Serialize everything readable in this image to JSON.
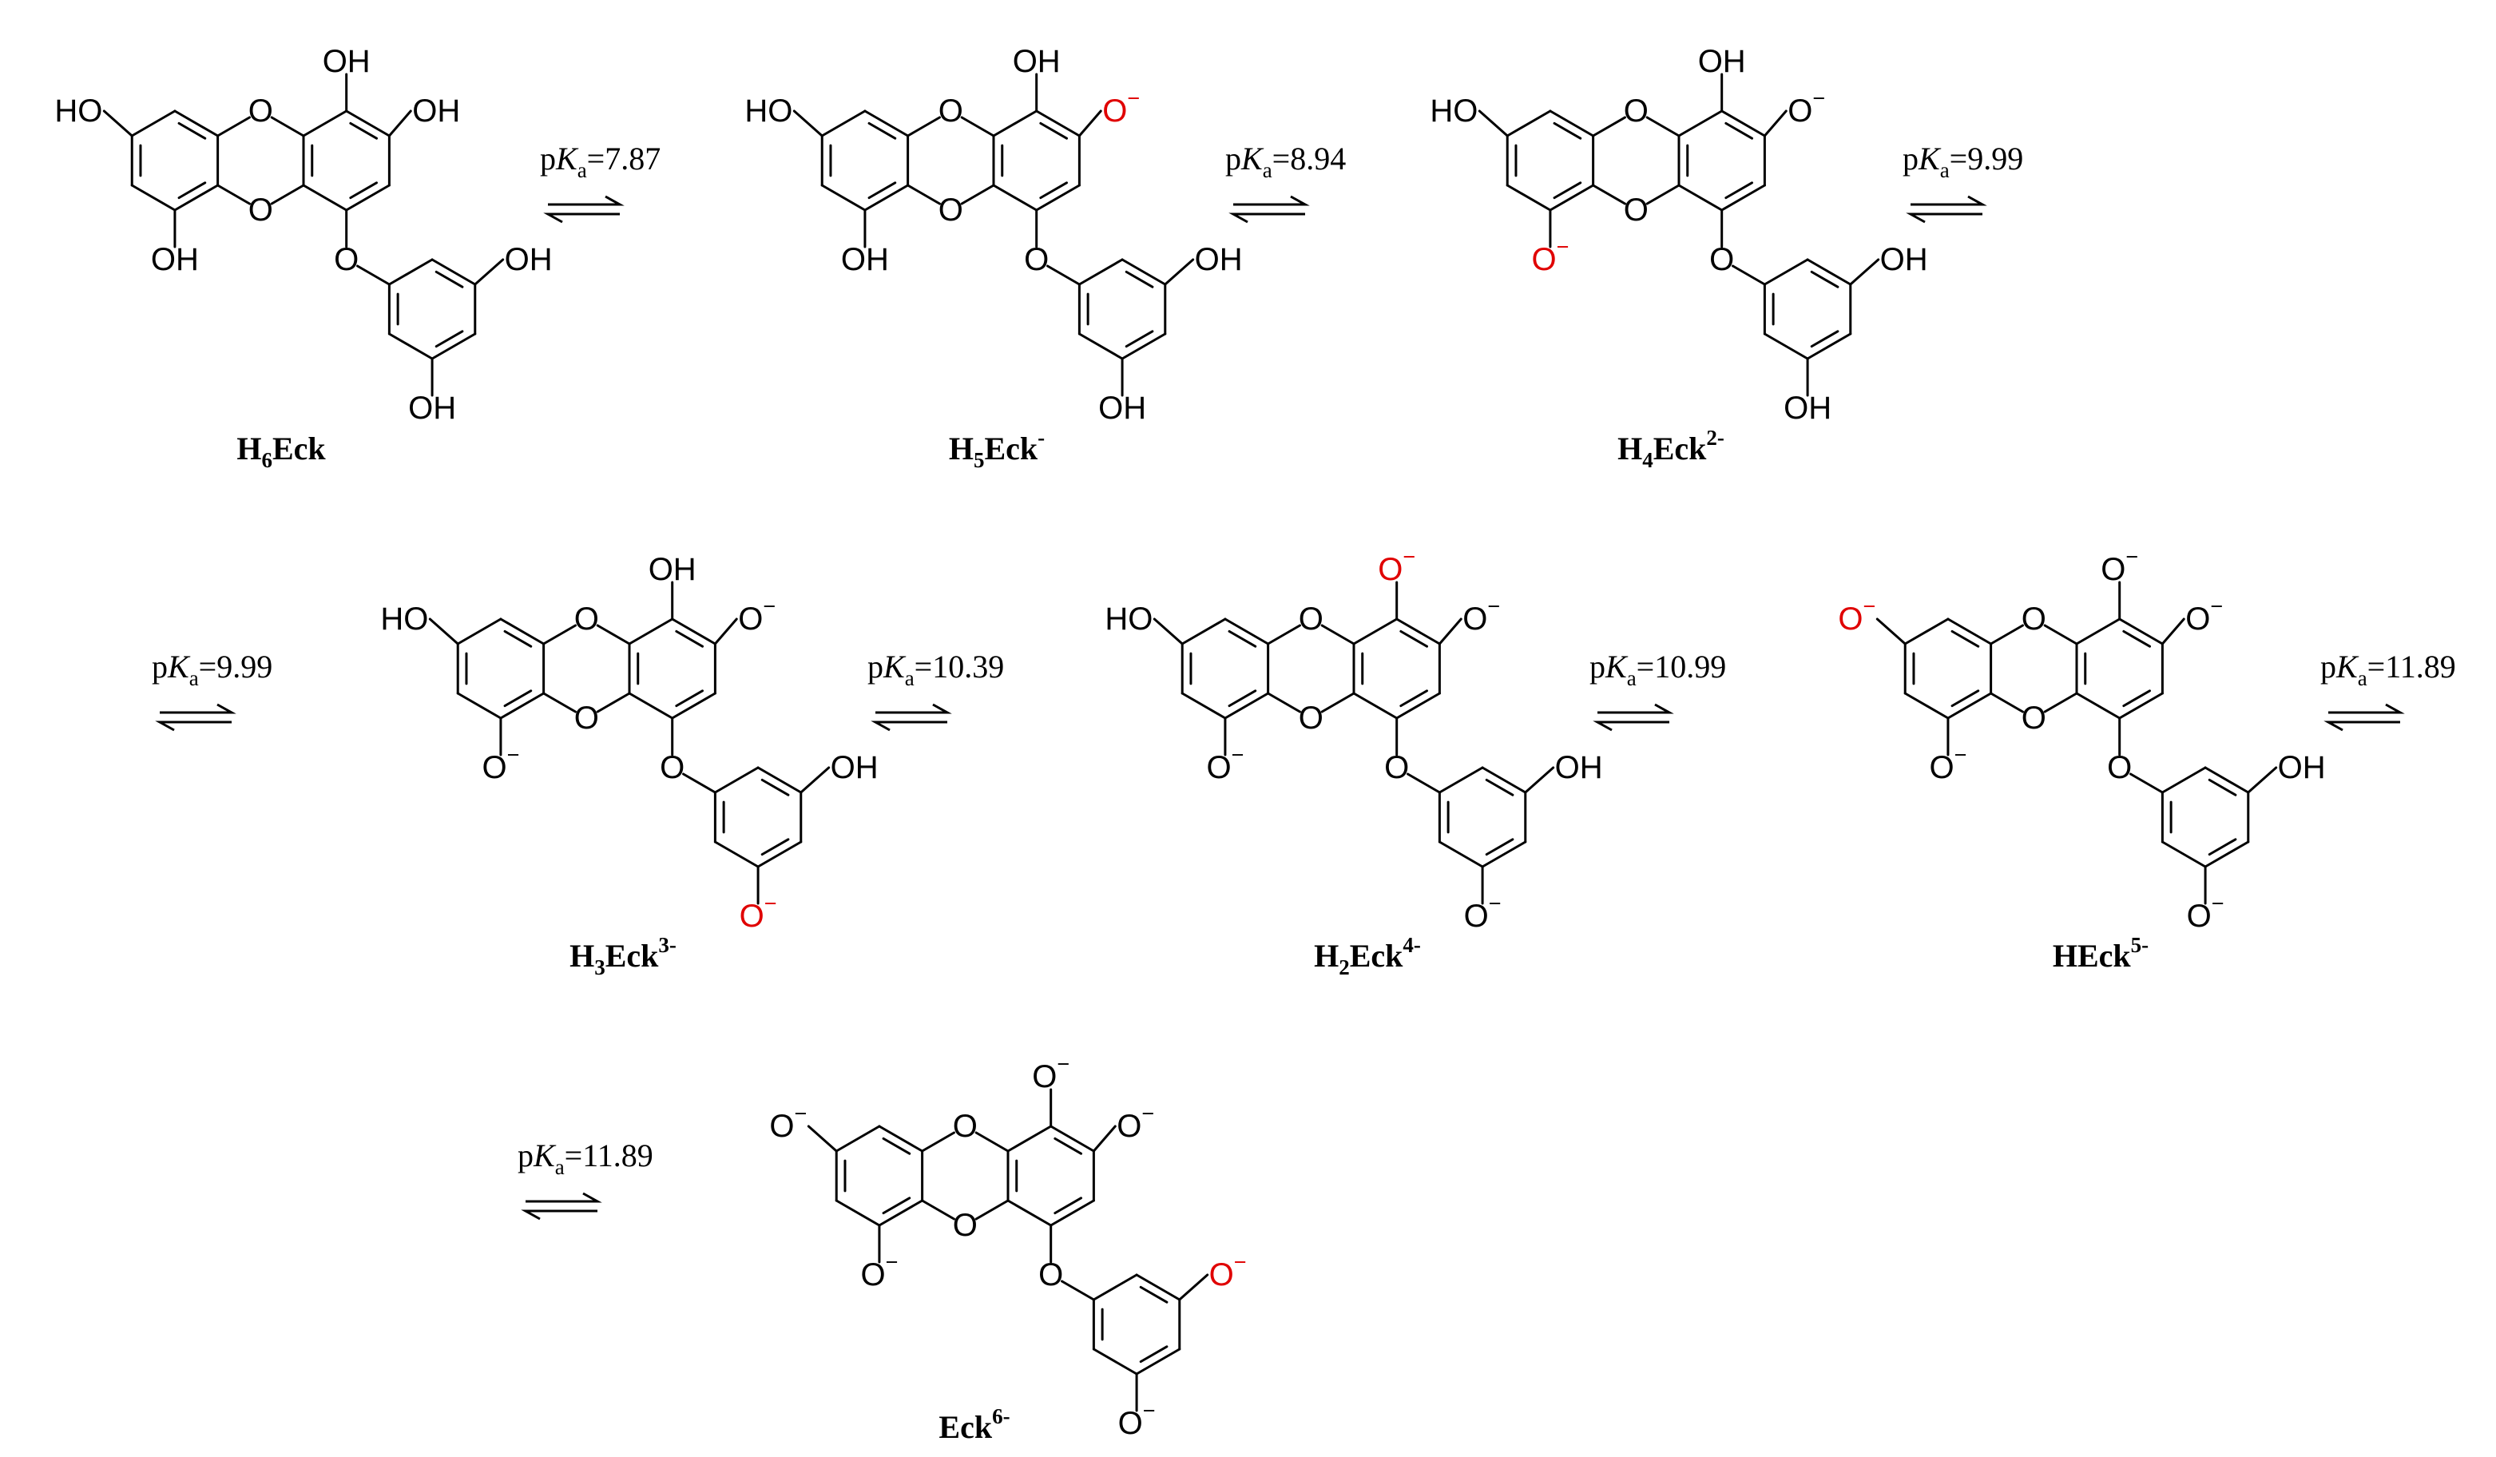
{
  "diagram": {
    "species": [
      {
        "name_main": "H",
        "name_sub": "6",
        "name_rest": "Eck",
        "name_sup": "",
        "charges": []
      },
      {
        "name_main": "H",
        "name_sub": "5",
        "name_rest": "Eck",
        "name_sup": "-",
        "charges": [
          "o2"
        ]
      },
      {
        "name_main": "H",
        "name_sub": "4",
        "name_rest": "Eck",
        "name_sup": "2-",
        "charges": [
          "o2",
          "o5"
        ]
      },
      {
        "name_main": "H",
        "name_sub": "3",
        "name_rest": "Eck",
        "name_sup": "3-",
        "charges": [
          "o2",
          "o5",
          "o9"
        ]
      },
      {
        "name_main": "H",
        "name_sub": "2",
        "name_rest": "Eck",
        "name_sup": "4-",
        "charges": [
          "o2",
          "o5",
          "o9",
          "o1"
        ]
      },
      {
        "name_main": "",
        "name_sub": "",
        "name_rest": "HEck",
        "name_sup": "5-",
        "charges": [
          "o2",
          "o5",
          "o9",
          "o1",
          "o3"
        ]
      },
      {
        "name_main": "",
        "name_sub": "",
        "name_rest": "Eck",
        "name_sup": "6-",
        "charges": [
          "o2",
          "o5",
          "o9",
          "o1",
          "o3",
          "o8"
        ]
      }
    ],
    "equilibria": [
      {
        "prefix": "p",
        "symbol": "K",
        "subscript": "a",
        "value": "=7.87"
      },
      {
        "prefix": "p",
        "symbol": "K",
        "subscript": "a",
        "value": "=8.94"
      },
      {
        "prefix": "p",
        "symbol": "K",
        "subscript": "a",
        "value": "=9.99"
      },
      {
        "prefix": "p",
        "symbol": "K",
        "subscript": "a",
        "value": "=9.99"
      },
      {
        "prefix": "p",
        "symbol": "K",
        "subscript": "a",
        "value": "=10.39"
      },
      {
        "prefix": "p",
        "symbol": "K",
        "subscript": "a",
        "value": "=10.99"
      },
      {
        "prefix": "p",
        "symbol": "K",
        "subscript": "a",
        "value": "=11.89"
      },
      {
        "prefix": "p",
        "symbol": "K",
        "subscript": "a",
        "value": "=11.89"
      }
    ],
    "atom_labels": {
      "oxygen": "O",
      "hydroxyl": "OH",
      "hydroxyl_left": "HO",
      "anion_oxygen": "O",
      "anion_charge": "−"
    },
    "colors": {
      "bond": "#000000",
      "text": "#000000",
      "new_anion": "#e00000"
    }
  }
}
